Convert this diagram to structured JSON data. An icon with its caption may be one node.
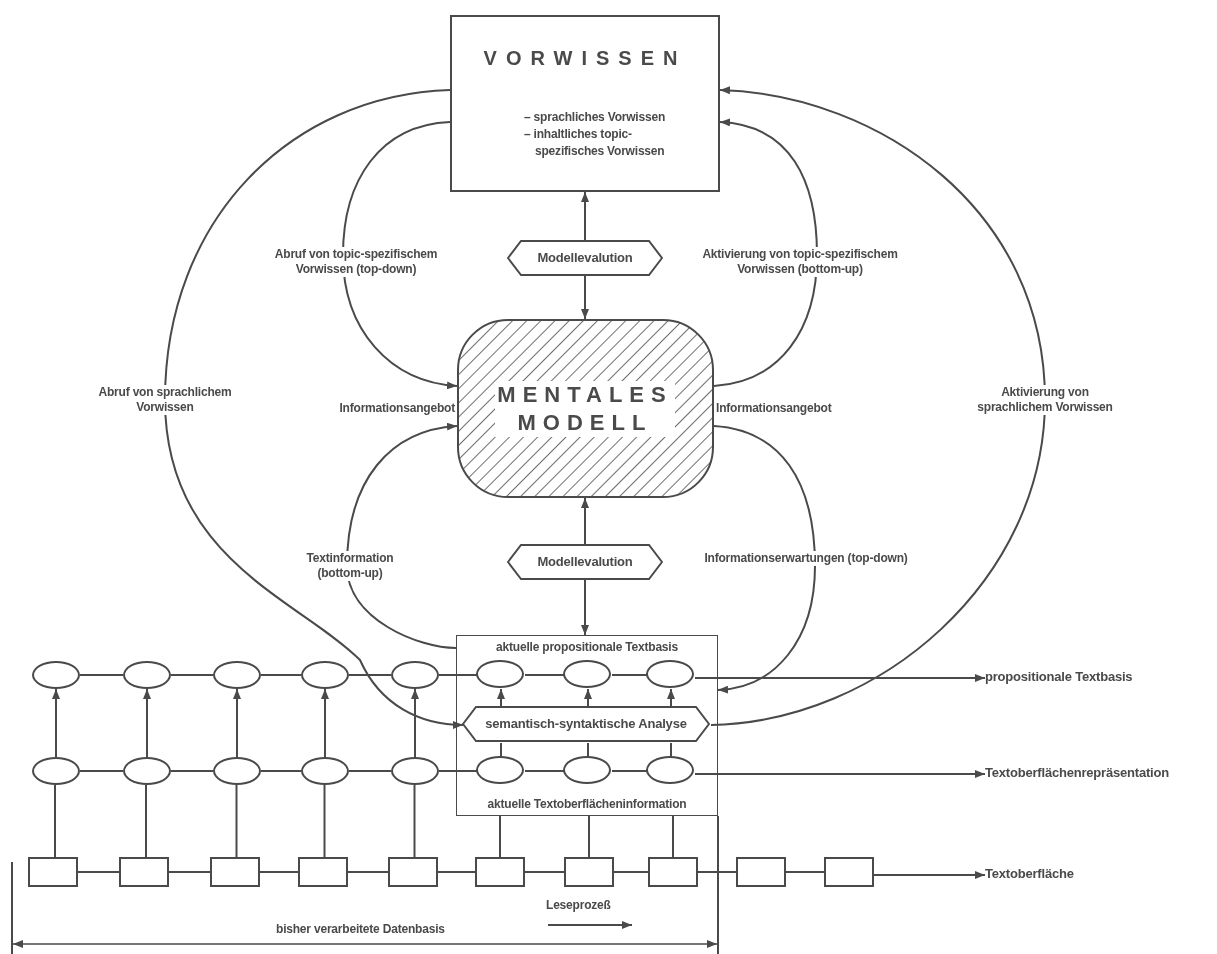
{
  "diagram": {
    "nodes": [
      {
        "text": [
          "VORWISSEN",
          "– sprachliches Vorwissen",
          "– inhaltliches topic-spezifisches Vorwissen"
        ]
      },
      {
        "text": [
          "Modellevalution"
        ]
      },
      {
        "text": [
          "MENTALES MODELL"
        ],
        "beside": [
          "Informationsangebot",
          "Informationsangebot"
        ]
      },
      {
        "text": [
          "Modellevalution"
        ]
      },
      {
        "text": [
          "aktuelle propositionale Textbasis",
          "aktuelle Textoberflächeninformation"
        ]
      },
      {
        "text": [],
        "shape": "ellipse"
      },
      {
        "text": [],
        "shape": "ellipse"
      },
      {
        "text": [],
        "shape": "ellipse"
      },
      {
        "text": [],
        "shape": "ellipse"
      },
      {
        "text": [],
        "shape": "ellipse"
      },
      {
        "text": [],
        "shape": "ellipse",
        "in": 4
      },
      {
        "text": [],
        "shape": "ellipse",
        "in": 4
      },
      {
        "text": [],
        "shape": "ellipse",
        "in": 4
      },
      {
        "text": [
          "semantisch-syntaktische Analyse"
        ],
        "in": 4
      },
      {
        "text": [],
        "shape": "ellipse"
      },
      {
        "text": [],
        "shape": "ellipse"
      },
      {
        "text": [],
        "shape": "ellipse"
      },
      {
        "text": [],
        "shape": "ellipse"
      },
      {
        "text": [],
        "shape": "ellipse"
      },
      {
        "text": [],
        "shape": "ellipse",
        "in": 4
      },
      {
        "text": [],
        "shape": "ellipse",
        "in": 4
      },
      {
        "text": [],
        "shape": "ellipse",
        "in": 4
      },
      {
        "text": [],
        "shape": "box"
      },
      {
        "text": [],
        "shape": "box"
      },
      {
        "text": [],
        "shape": "box"
      },
      {
        "text": [],
        "shape": "box"
      },
      {
        "text": [],
        "shape": "box"
      },
      {
        "text": [],
        "shape": "box"
      },
      {
        "text": [],
        "shape": "box"
      },
      {
        "text": [],
        "shape": "box"
      },
      {
        "text": [],
        "shape": "box"
      },
      {
        "text": [],
        "shape": "box"
      },
      {
        "text": [
          "propositionale Textbasis"
        ]
      },
      {
        "text": [
          "Textoberflächenrepräsentation"
        ]
      },
      {
        "text": [
          "Textoberfläche"
        ]
      }
    ],
    "edges": [
      {
        "from": 0,
        "to": 2,
        "arrow": "to",
        "label": "Abruf von topic-spezifischem Vorwissen (top-down)"
      },
      {
        "from": 2,
        "to": 0,
        "arrow": "to",
        "label": "Aktivierung von topic-spezifischem Vorwissen (bottom-up)"
      },
      {
        "from": 1,
        "to": 0,
        "arrow": "to"
      },
      {
        "from": 1,
        "to": 2,
        "arrow": "to"
      },
      {
        "from": 3,
        "to": 2,
        "arrow": "to"
      },
      {
        "from": 3,
        "to": 4,
        "arrow": "to"
      },
      {
        "from": 4,
        "to": 2,
        "arrow": "to",
        "label": "Textinformation (bottom-up)"
      },
      {
        "from": 2,
        "to": 4,
        "arrow": "to",
        "label": "Informationserwartungen (top-down)"
      },
      {
        "from": 0,
        "to": 13,
        "arrow": "to",
        "label": "Abruf von sprachlichem Vorwissen"
      },
      {
        "from": 13,
        "to": 0,
        "arrow": "to",
        "label": "Aktivierung von sprachlichem Vorwissen"
      },
      {
        "from": 5,
        "to": 6,
        "arrow": "none"
      },
      {
        "from": 6,
        "to": 7,
        "arrow": "none"
      },
      {
        "from": 7,
        "to": 8,
        "arrow": "none"
      },
      {
        "from": 8,
        "to": 9,
        "arrow": "none"
      },
      {
        "from": 9,
        "to": 10,
        "arrow": "none"
      },
      {
        "from": 10,
        "to": 11,
        "arrow": "none"
      },
      {
        "from": 11,
        "to": 12,
        "arrow": "none"
      },
      {
        "from": 12,
        "to": 32,
        "arrow": "to"
      },
      {
        "from": 14,
        "to": 15,
        "arrow": "none"
      },
      {
        "from": 15,
        "to": 16,
        "arrow": "none"
      },
      {
        "from": 16,
        "to": 17,
        "arrow": "none"
      },
      {
        "from": 17,
        "to": 18,
        "arrow": "none"
      },
      {
        "from": 18,
        "to": 19,
        "arrow": "none"
      },
      {
        "from": 19,
        "to": 20,
        "arrow": "none"
      },
      {
        "from": 20,
        "to": 21,
        "arrow": "none"
      },
      {
        "from": 21,
        "to": 33,
        "arrow": "to"
      },
      {
        "from": 22,
        "to": 23,
        "arrow": "none"
      },
      {
        "from": 23,
        "to": 24,
        "arrow": "none"
      },
      {
        "from": 24,
        "to": 25,
        "arrow": "none"
      },
      {
        "from": 25,
        "to": 26,
        "arrow": "none"
      },
      {
        "from": 26,
        "to": 27,
        "arrow": "none"
      },
      {
        "from": 27,
        "to": 28,
        "arrow": "none"
      },
      {
        "from": 28,
        "to": 29,
        "arrow": "none"
      },
      {
        "from": 29,
        "to": 30,
        "arrow": "none"
      },
      {
        "from": 30,
        "to": 31,
        "arrow": "none"
      },
      {
        "from": 31,
        "to": 34,
        "arrow": "to"
      },
      {
        "from": 22,
        "to": 14,
        "arrow": "none"
      },
      {
        "from": 23,
        "to": 15,
        "arrow": "none"
      },
      {
        "from": 24,
        "to": 16,
        "arrow": "none"
      },
      {
        "from": 25,
        "to": 17,
        "arrow": "none"
      },
      {
        "from": 26,
        "to": 18,
        "arrow": "none"
      },
      {
        "from": 14,
        "to": 5,
        "arrow": "to"
      },
      {
        "from": 15,
        "to": 6,
        "arrow": "to"
      },
      {
        "from": 16,
        "to": 7,
        "arrow": "to"
      },
      {
        "from": 17,
        "to": 8,
        "arrow": "to"
      },
      {
        "from": 18,
        "to": 9,
        "arrow": "to"
      },
      {
        "from": 27,
        "to": 4,
        "arrow": "none"
      },
      {
        "from": 28,
        "to": 4,
        "arrow": "none"
      },
      {
        "from": 29,
        "to": 4,
        "arrow": "none"
      },
      {
        "from": 13,
        "to": 10,
        "arrow": "to"
      },
      {
        "from": 13,
        "to": 11,
        "arrow": "to"
      },
      {
        "from": 13,
        "to": 12,
        "arrow": "to"
      },
      {
        "from": 13,
        "to": 19,
        "arrow": "none"
      },
      {
        "from": 13,
        "to": 20,
        "arrow": "none"
      },
      {
        "from": 13,
        "to": 21,
        "arrow": "none"
      }
    ],
    "labels": [
      "Leseprozeß",
      "bisher verarbeitete Datenbasis"
    ]
  }
}
